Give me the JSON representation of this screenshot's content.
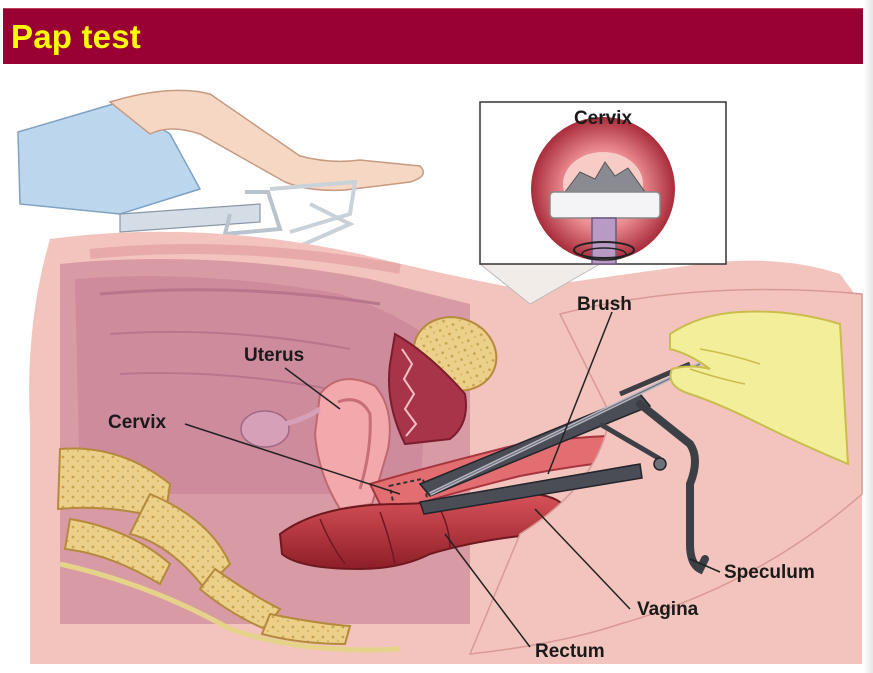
{
  "slide": {
    "title": "Pap test",
    "title_bg_color": "#990033",
    "title_text_color": "#ffff00"
  },
  "diagram": {
    "labels": {
      "inset_title": "Cervix",
      "brush": "Brush",
      "uterus": "Uterus",
      "cervix": "Cervix",
      "speculum": "Speculum",
      "vagina": "Vagina",
      "rectum": "Rectum"
    },
    "colors": {
      "tissue_pink": "#e9a2a6",
      "tissue_dark": "#b23a48",
      "bone_tan": "#e8c77a",
      "glove_yellow": "#f3ee9a",
      "gown_blue": "#bcd6ee",
      "skin": "#f6d7c3",
      "instrument_gray": "#3c3f46"
    }
  }
}
